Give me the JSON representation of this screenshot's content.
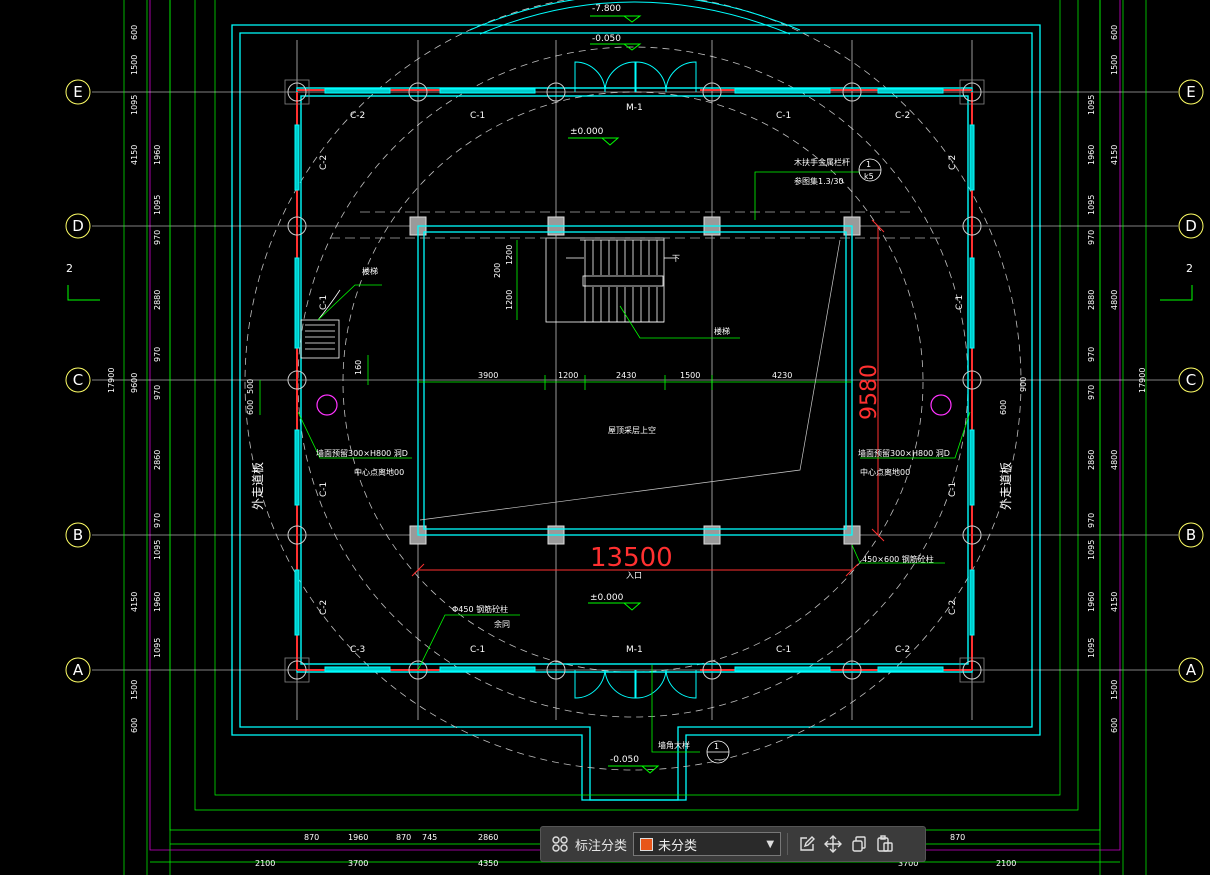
{
  "colors": {
    "background": "#000000",
    "wall": "#00ffff",
    "dimension": "#00ff00",
    "axis_line": "#ffffff",
    "dashed_circle": "#c8c8c8",
    "red_dimension": "#ff3030",
    "magenta": "#ff00ff",
    "category_swatch": "#e8561a"
  },
  "axes": {
    "rows": [
      "E",
      "D",
      "C",
      "B",
      "A"
    ],
    "section_mark": "2"
  },
  "labels": {
    "elev_top": "-7.800",
    "elev_top2": "-0.050",
    "elev_floor_top": "±0.000",
    "elev_floor_bottom": "±0.000",
    "elev_bottom": "-0.050",
    "door_top": "M-1",
    "door_bottom": "M-1",
    "win_c1": "C-1",
    "win_c2": "C-2",
    "win_c3": "C-3",
    "railing_note_1": "木扶手金属栏杆",
    "railing_note_2": "参图集1.3/30",
    "detail_ref_top": "1",
    "detail_ref_top_sub": "k5",
    "stair_down": "下",
    "stair_label_center": "楼梯",
    "stair_label_left": "楼梯",
    "void_label": "屋顶采层上空",
    "big_dim_v": "9580",
    "big_dim_h": "13500",
    "big_dim_h_sub": "入口",
    "col_note": "450×600   钢筋砼柱",
    "round_col_note_1": "Φ450   钢筋砼柱",
    "round_col_note_2": "余同",
    "wall_hole_left_1": "墙面预留300×H800    洞D",
    "wall_hole_left_2": "中心点离地00",
    "wall_hole_right_1": "墙面预留300×H800    洞D",
    "wall_hole_right_2": "中心点离地00",
    "drain_left": "外走道板",
    "drain_right": "外走道板",
    "bottom_note": "墙角大样",
    "detail_ref_bottom": "1",
    "detail_ref_bottom_sub": "—"
  },
  "dims": {
    "left_outer": [
      "600",
      "1500",
      "1095",
      "4150",
      "1960",
      "1095",
      "970",
      "2880",
      "970",
      "9600",
      "970",
      "2860",
      "970",
      "1095",
      "4150",
      "1960",
      "1095",
      "1500",
      "600"
    ],
    "overall": "17900",
    "right_outer": [
      "600",
      "1500",
      "1095",
      "1960",
      "4150",
      "1095",
      "970",
      "2880",
      "4800",
      "970",
      "900",
      "970",
      "2860",
      "4800",
      "970",
      "1095",
      "1960",
      "4150",
      "1095",
      "1500",
      "600"
    ],
    "inner_row": [
      "3900",
      "1200",
      "2430",
      "1500",
      "4230"
    ],
    "stair_v": [
      "200",
      "1200",
      "1200"
    ],
    "left_window_v": [
      "160",
      "500",
      "600"
    ],
    "right_window_v": [
      "900",
      "600"
    ],
    "bottom_row1": [
      "870",
      "1960",
      "870",
      "745",
      "2860",
      "870"
    ],
    "bottom_row2": [
      "2100",
      "3700",
      "4350",
      "3700",
      "2100"
    ]
  },
  "toolbar": {
    "category_label": "标注分类",
    "category_value": "未分类"
  }
}
